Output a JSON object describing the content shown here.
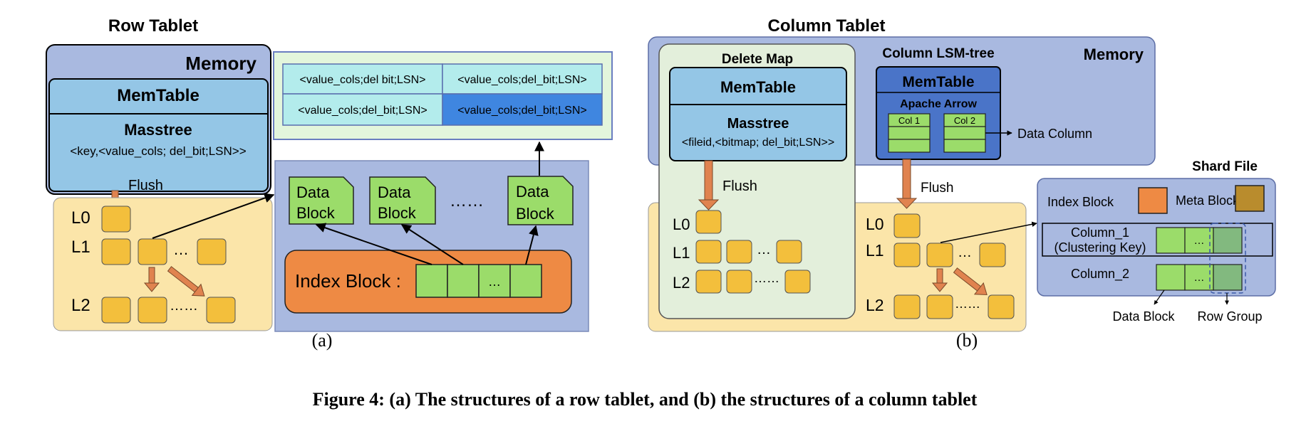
{
  "row_tablet": {
    "title": "Row Tablet",
    "memory_label": "Memory",
    "memtable_label": "MemTable",
    "masstree_label": "Masstree",
    "masstree_entry": "<key,<value_cols;  del_bit;LSN>>",
    "flush_label": "Flush",
    "levels": [
      "L0",
      "L1",
      "L2"
    ],
    "dots_l1": "…",
    "dots_l2": "……",
    "values_table": [
      [
        "<value_cols;del bit;LSN>",
        "<value_cols;del_bit;LSN>"
      ],
      [
        "<value_cols;del_bit;LSN>",
        "<value_cols;del_bit;LSN>"
      ]
    ],
    "data_block_line1": "Data",
    "data_block_line2": "Block",
    "data_block_dots": "……",
    "index_block_label": "Index Block :",
    "index_dots": "…",
    "caption": "(a)"
  },
  "column_tablet": {
    "title": "Column Tablet",
    "memory_label": "Memory",
    "delete_map_title": "Delete Map",
    "memtable_label": "MemTable",
    "masstree_label": "Masstree",
    "masstree_entry": "<fileid,<bitmap; del_bit;LSN>>",
    "flush_label": "Flush",
    "levels": [
      "L0",
      "L1",
      "L2"
    ],
    "dots_l1": "…",
    "dots_l2": "……",
    "lsm_title": "Column LSM-tree",
    "lsm_memtable": "MemTable",
    "apache_arrow": "Apache Arrow",
    "col1": "Col 1",
    "col2": "Col 2",
    "data_column": "Data Column",
    "lsm_flush": "Flush",
    "caption": "(b)"
  },
  "shard_file": {
    "title": "Shard File",
    "index_block": "Index Block",
    "meta_block": "Meta Block",
    "column1_line1": "Column_1",
    "column1_line2": "(Clustering Key)",
    "column2": "Column_2",
    "dots": "…",
    "data_block": "Data Block",
    "row_group": "Row Group"
  },
  "colors": {
    "memory_bg": "#a9b9e0",
    "memtable_bg": "#94c6e6",
    "level_bg": "#fbe5a9",
    "sst_block": "#f3bf3c",
    "data_block": "#9bdc6a",
    "index_block": "#ee8a44",
    "value_cell": "#b3ecec",
    "value_cell_selected": "#3f86e0",
    "delete_map_bg": "#e3efdb",
    "lsm_memtable": "#4a74c8",
    "meta_block": "#b98c2d",
    "flush_arrow": "#e0834f"
  },
  "figure_caption": "Figure 4: (a) The structures of a row tablet, and (b) the structures of a column tablet"
}
